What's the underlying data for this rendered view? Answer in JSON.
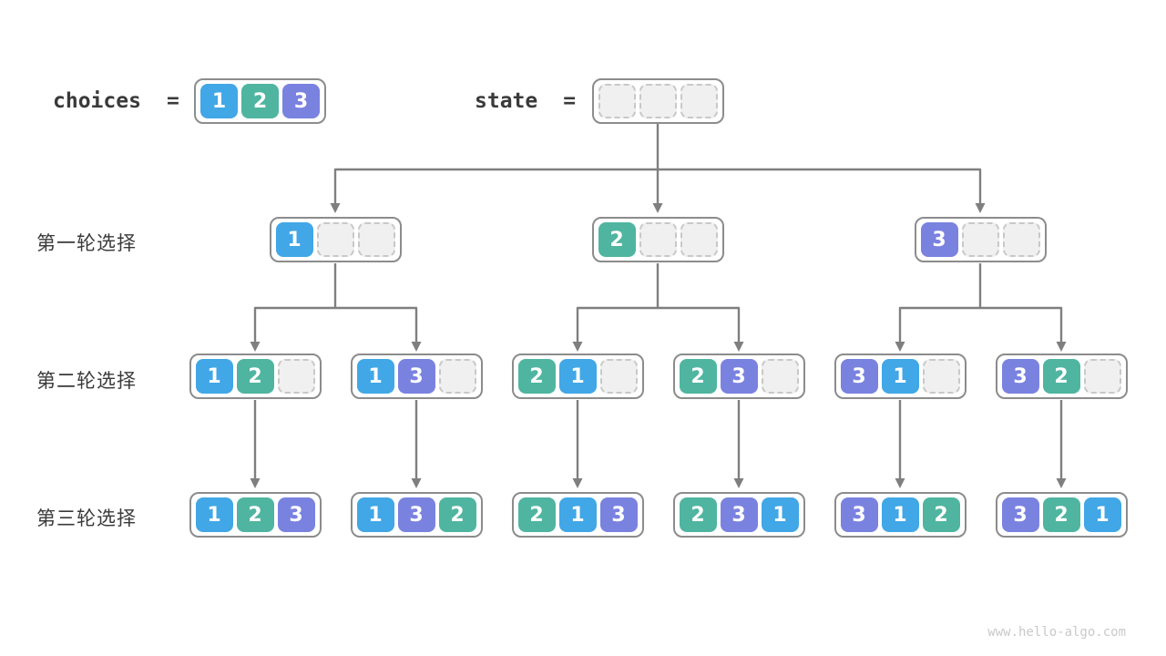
{
  "header": {
    "choices_label": "choices",
    "choices_equals": "=",
    "choices_values": [
      "1",
      "2",
      "3"
    ],
    "state_label": "state",
    "state_equals": "=",
    "state_values": [
      "",
      "",
      ""
    ]
  },
  "rows": [
    {
      "label": "第一轮选择",
      "nodes": [
        [
          "1",
          "",
          ""
        ],
        [
          "2",
          "",
          ""
        ],
        [
          "3",
          "",
          ""
        ]
      ]
    },
    {
      "label": "第二轮选择",
      "nodes": [
        [
          "1",
          "2",
          ""
        ],
        [
          "1",
          "3",
          ""
        ],
        [
          "2",
          "1",
          ""
        ],
        [
          "2",
          "3",
          ""
        ],
        [
          "3",
          "1",
          ""
        ],
        [
          "3",
          "2",
          ""
        ]
      ]
    },
    {
      "label": "第三轮选择",
      "nodes": [
        [
          "1",
          "2",
          "3"
        ],
        [
          "1",
          "3",
          "2"
        ],
        [
          "2",
          "1",
          "3"
        ],
        [
          "2",
          "3",
          "1"
        ],
        [
          "3",
          "1",
          "2"
        ],
        [
          "3",
          "2",
          "1"
        ]
      ]
    }
  ],
  "value_colors": {
    "1": "#41A7E6",
    "2": "#4FB5A0",
    "3": "#7A82E0"
  },
  "style_colors": {
    "background": "#ffffff",
    "node_border": "#8c8c8c",
    "empty_fill": "#f0f0f0",
    "empty_border": "#c8c8c8",
    "arrow": "#7f7f7f",
    "label_text": "#3a3a3a",
    "watermark_text": "#c9c9c9"
  },
  "footer": {
    "watermark": "www.hello-algo.com"
  }
}
